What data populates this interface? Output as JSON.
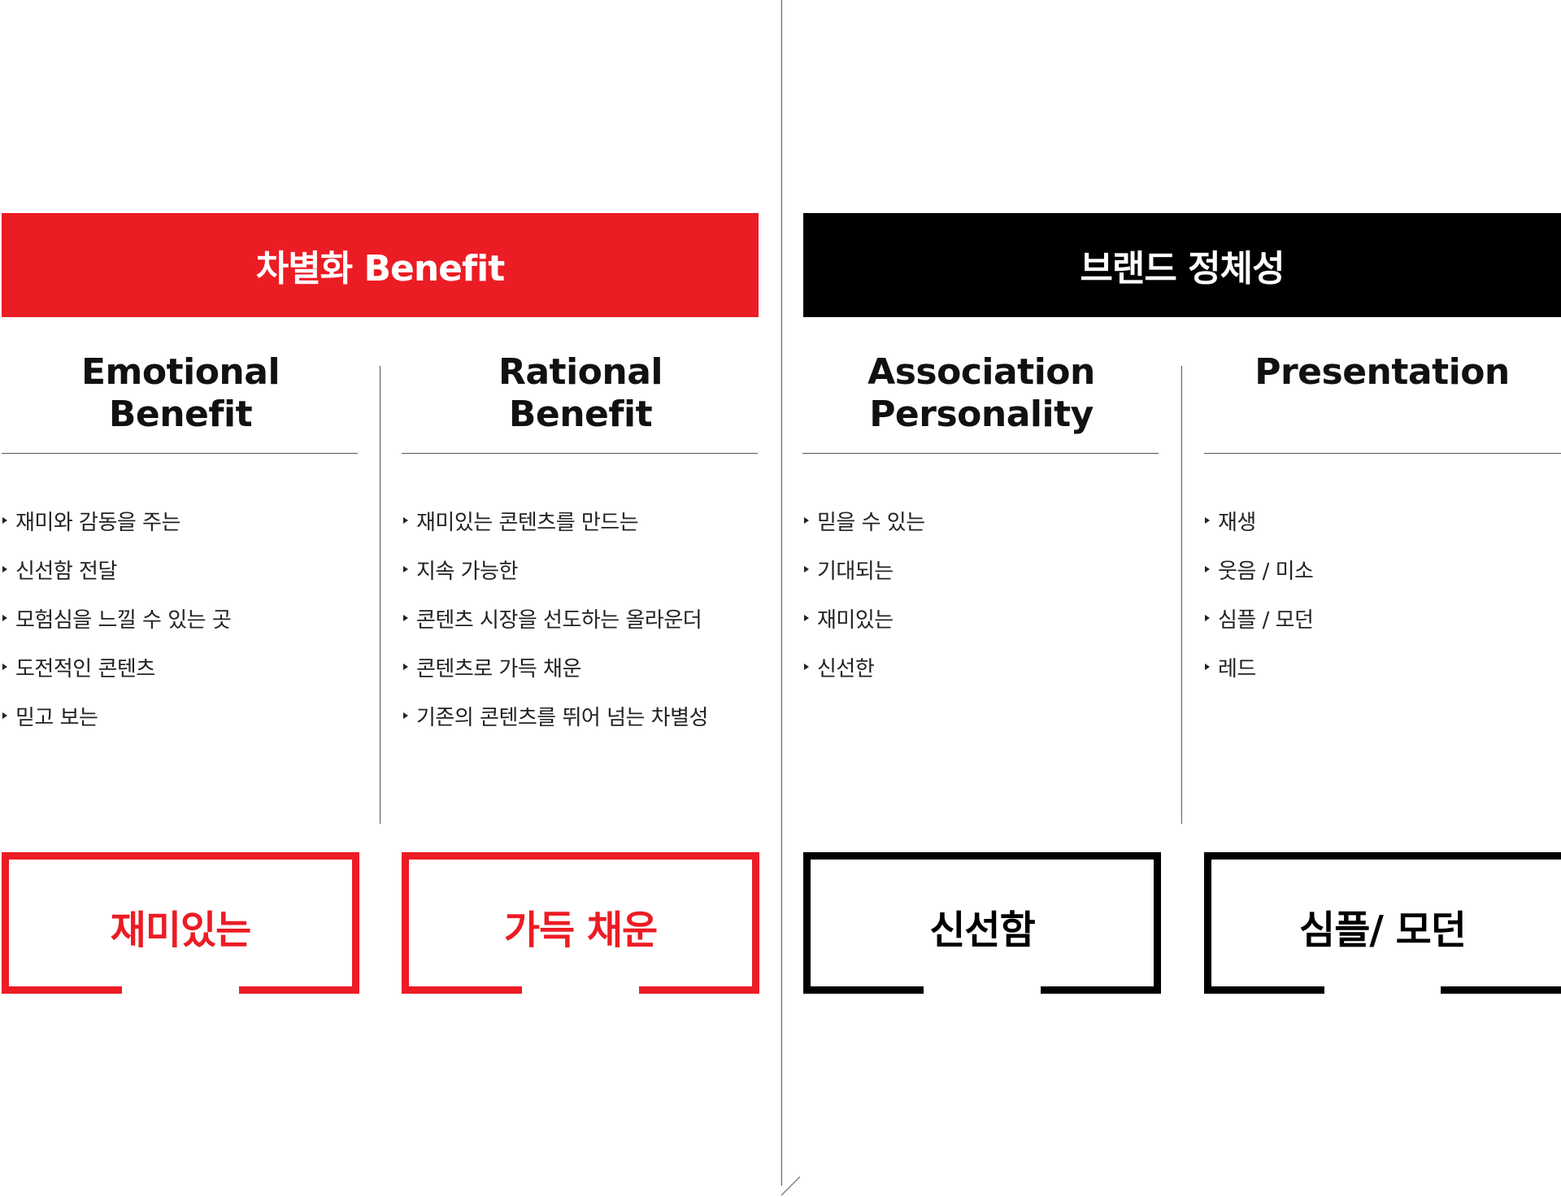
{
  "colors": {
    "accent_red": "#ec1c24",
    "black": "#000000",
    "divider": "#555555"
  },
  "left_header": "차별화 Benefit",
  "right_header": "브랜드 정체성",
  "columns": [
    {
      "title": [
        "Emotional",
        "Benefit"
      ],
      "items": [
        "재미와 감동을 주는",
        "신선함 전달",
        "모험심을 느낄 수 있는 곳",
        "도전적인 콘텐츠",
        "믿고 보는"
      ],
      "result": "재미있는"
    },
    {
      "title": [
        "Rational",
        "Benefit"
      ],
      "items": [
        "재미있는 콘텐츠를 만드는",
        "지속 가능한",
        "콘텐츠 시장을 선도하는 올라운더",
        "콘텐츠로 가득 채운",
        "기존의 콘텐츠를 뛰어 넘는 차별성"
      ],
      "result": "가득 채운"
    },
    {
      "title": [
        "Association",
        "Personality"
      ],
      "items": [
        "믿을 수 있는",
        "기대되는",
        "재미있는",
        "신선한"
      ],
      "result": "신선함"
    },
    {
      "title": [
        "Presentation",
        ""
      ],
      "items": [
        "재생",
        "웃음 / 미소",
        "심플 / 모던",
        "레드"
      ],
      "result": "심플/ 모던"
    }
  ]
}
